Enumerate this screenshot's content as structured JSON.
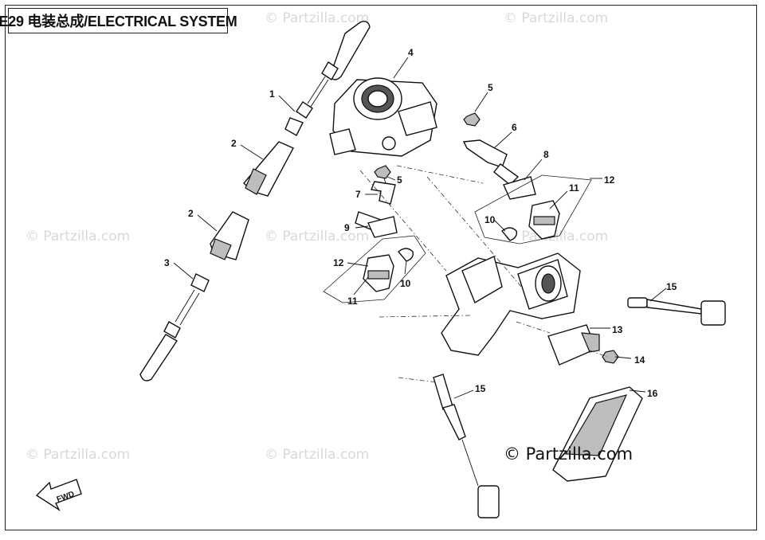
{
  "title": "E29 电装总成/ELECTRICAL SYSTEM",
  "watermark": "© Partzilla.com",
  "copyright": "© Partzilla.com",
  "fwd_label": "FWD",
  "callouts": {
    "c1": "1",
    "c2a": "2",
    "c2b": "2",
    "c3": "3",
    "c4": "4",
    "c5a": "5",
    "c5b": "5",
    "c6": "6",
    "c8": "8",
    "c7": "7",
    "c9": "9",
    "c10a": "10",
    "c10b": "10",
    "c11a": "11",
    "c11b": "11",
    "c12a": "12",
    "c12b": "12",
    "c13": "13",
    "c14": "14",
    "c15a": "15",
    "c15b": "15",
    "c16": "16"
  }
}
